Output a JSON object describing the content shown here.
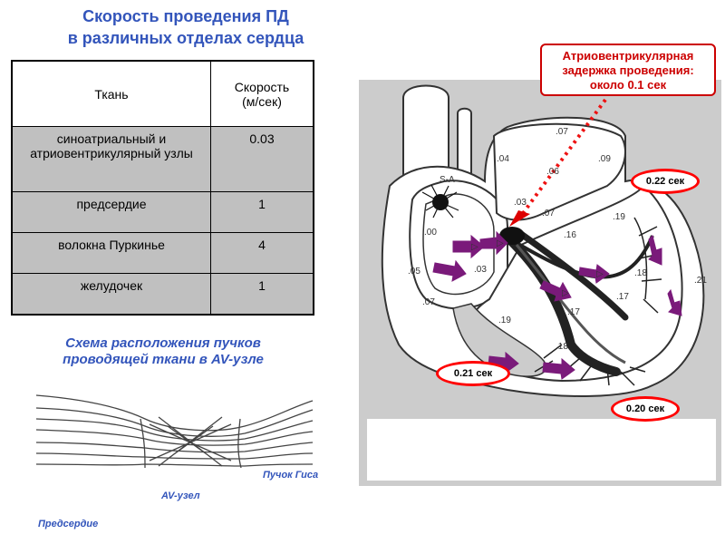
{
  "title": {
    "line1": "Скорость проведения ПД",
    "line2": "в различных отделах сердца"
  },
  "table": {
    "headers": [
      "Ткань",
      "Скорость\n(м/сек)"
    ],
    "rows": [
      {
        "tissue": "синоатриальный и атриовентрикулярный узлы",
        "speed": "0.03"
      },
      {
        "tissue": "предсердие",
        "speed": "1"
      },
      {
        "tissue": "волокна Пуркинье",
        "speed": "4"
      },
      {
        "tissue": "желудочек",
        "speed": "1"
      }
    ]
  },
  "scheme": {
    "title_line1": "Схема расположения пучков",
    "title_line2": "проводящей ткани в AV-узле",
    "label_his": "Пучок Гиса",
    "label_av": "AV-узел",
    "label_atrium": "Предсердие"
  },
  "callout": {
    "line1": "Атриовентрикулярная",
    "line2": "задержка проведения:",
    "line3": "около 0.1 сек"
  },
  "timings": {
    "t1": "0.22 сек",
    "t2": "0.21 сек",
    "t3": "0.20 сек"
  },
  "heart": {
    "sa_label": "S-A",
    "values": {
      "v07_top": ".07",
      "v04": ".04",
      "v06": ".06",
      "v09": ".09",
      "v03a": ".03",
      "v07_mid": ".07",
      "v00": ".00",
      "v16": ".16",
      "v19_right": ".19",
      "v05": ".05",
      "v03b": ".03",
      "v18_right": ".18",
      "v21": ".21",
      "v07_low": ".07",
      "v17a": ".17",
      "v17b": ".17",
      "v19_low": ".19",
      "v18_low": ".18"
    }
  },
  "colors": {
    "title": "#3355bb",
    "callout": "#cc0000",
    "arrow": "#7a1a7a",
    "table_bg": "#c0c0c0",
    "panel_bg": "#cccccc"
  }
}
